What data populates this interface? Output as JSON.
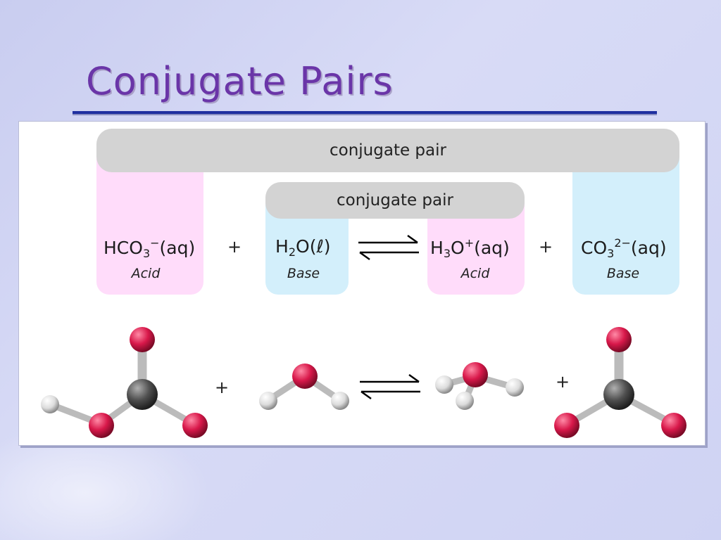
{
  "slide": {
    "title": "Conjugate Pairs"
  },
  "diagram": {
    "outer_pair_label": "conjugate pair",
    "inner_pair_label": "conjugate pair",
    "plus": "+",
    "species": [
      {
        "base": "HCO",
        "sub": "3",
        "sup": "−",
        "state": "(aq)",
        "role": "Acid"
      },
      {
        "base": "H",
        "sub": "2",
        "mid": "O",
        "sup": "",
        "state": "(ℓ)",
        "role": "Base"
      },
      {
        "base": "H",
        "sub": "3",
        "mid": "O",
        "sup": "+",
        "state": "(aq)",
        "role": "Acid"
      },
      {
        "base": "CO",
        "sub": "3",
        "sup": "2−",
        "state": "(aq)",
        "role": "Base"
      }
    ],
    "colors": {
      "acid_column": "#ffdcfa",
      "base_column": "#d3effb",
      "pair_bar": "#d3d3d3",
      "oxygen": "#d8184a",
      "carbon": "#505050",
      "hydrogen": "#e8e8e8",
      "title": "#6a35a8"
    },
    "molecules": [
      "bicarbonate-model",
      "water-model",
      "hydronium-model",
      "carbonate-model"
    ]
  }
}
